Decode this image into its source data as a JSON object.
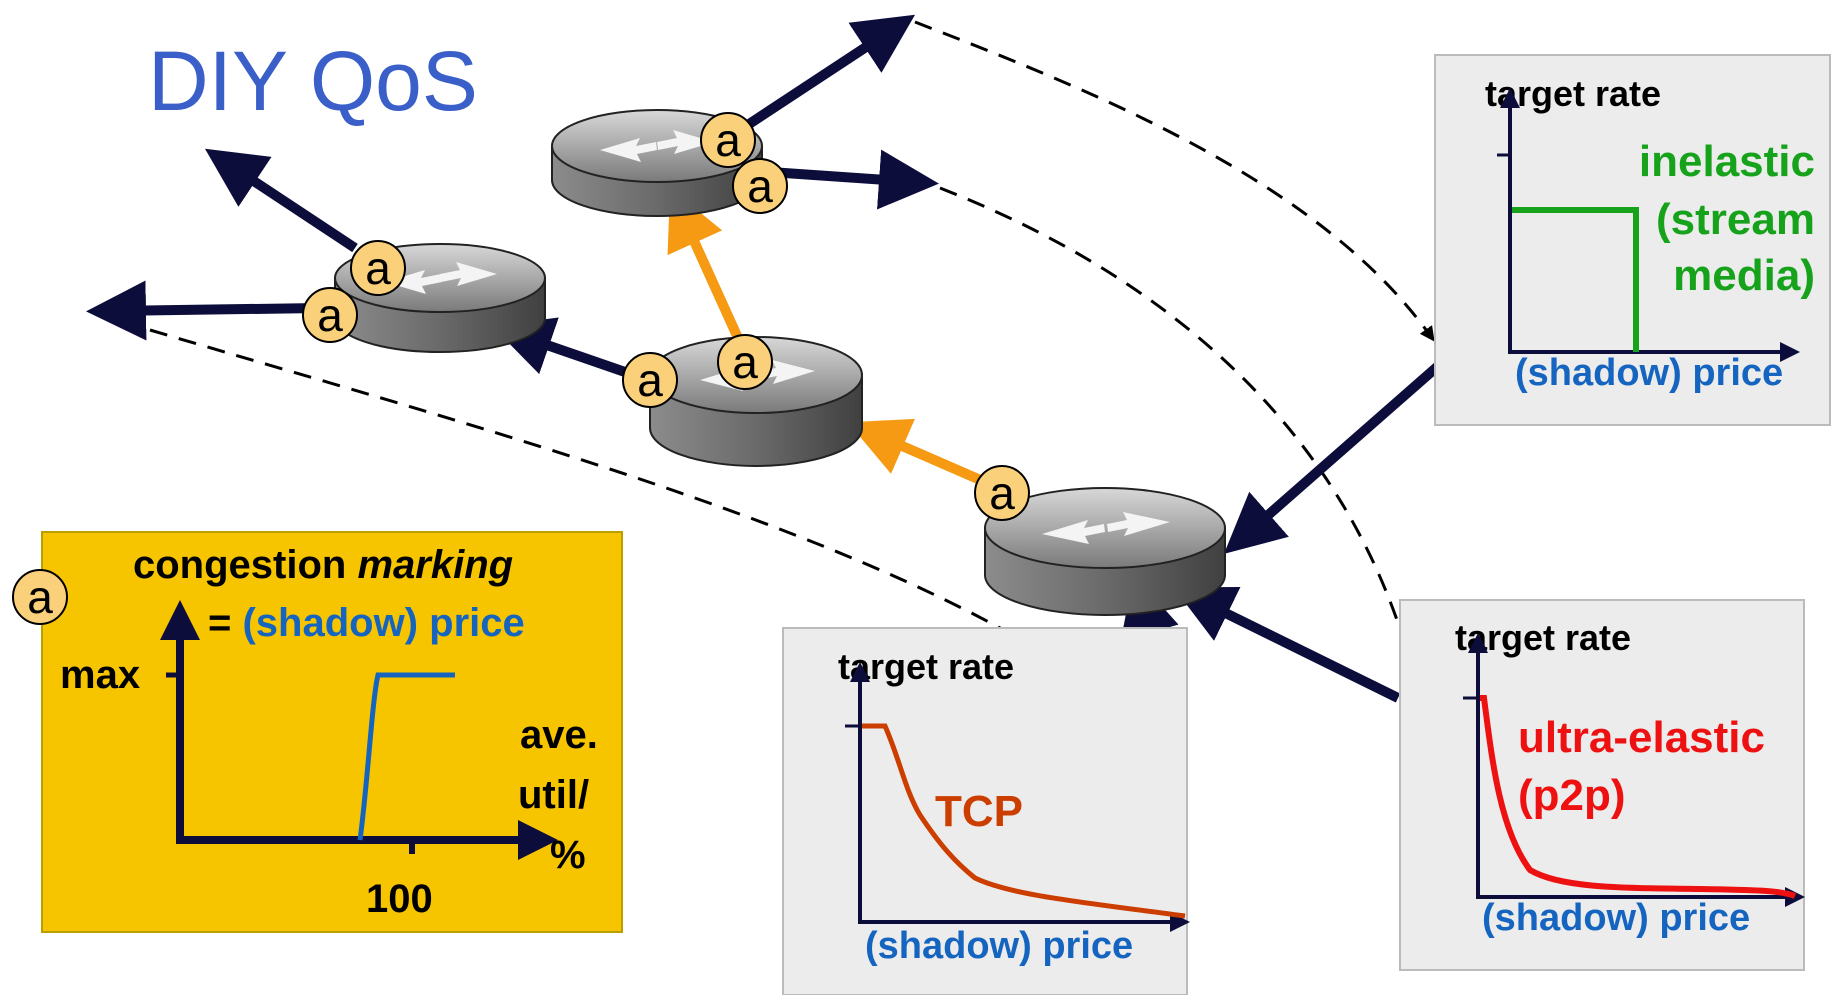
{
  "title": "DIY QoS",
  "node_label": "a",
  "legend_box": {
    "marker": "a",
    "title_line1_plain": "congestion ",
    "title_line1_italic": "marking",
    "title_line2_eq": "= ",
    "title_line2_price": "(shadow) price",
    "y_tick_label": "max",
    "x_label_1": "ave.",
    "x_label_2": "util/",
    "x_label_3": "%",
    "x_tick_label": "100"
  },
  "panels": {
    "inelastic": {
      "y_label": "target rate",
      "x_label": "(shadow) price",
      "curve_line1": "inelastic",
      "curve_line2": "(stream",
      "curve_line3": "media)"
    },
    "tcp": {
      "y_label": "target rate",
      "x_label": "(shadow) price",
      "curve_label": "TCP"
    },
    "ultra": {
      "y_label": "target rate",
      "x_label": "(shadow) price",
      "curve_line1": "ultra-elastic",
      "curve_line2": "(p2p)"
    }
  },
  "colors": {
    "title": "#3b5fc9",
    "arrow_dark": "#0d0d3b",
    "arrow_orange": "#f59a12",
    "legend_bg": "#f7c500",
    "panel_bg": "#ececec",
    "price_blue": "#1565c0",
    "inelastic_green": "#17a21b",
    "tcp_orange": "#cc3d00",
    "ultra_red": "#ee1111",
    "node_fill": "#fad07a"
  }
}
